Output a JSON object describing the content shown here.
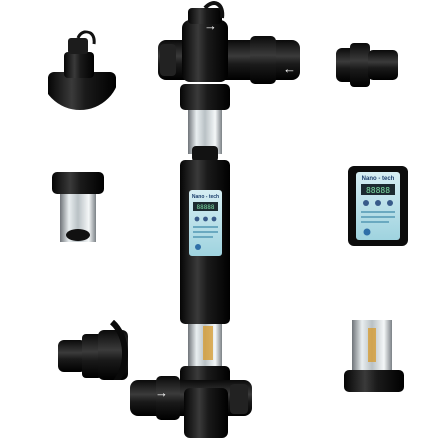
{
  "image": {
    "subject": "UV pool water clarifier assembly with detail views of its parts",
    "background_color": "#ffffff"
  },
  "control_unit": {
    "brand": "Nano - tech",
    "display_value": "88888",
    "panel_color": "#bfe3ea",
    "display_color": "#1c2a30"
  },
  "parts": [
    {
      "name": "cable-gland-cap",
      "icon": "cap-icon"
    },
    {
      "name": "threaded-union-fitting",
      "icon": "union-icon"
    },
    {
      "name": "quartz-sleeve-segment",
      "icon": "sleeve-icon"
    },
    {
      "name": "control-panel-detail",
      "icon": "panel-icon"
    },
    {
      "name": "bottom-union-fitting",
      "icon": "union-icon"
    },
    {
      "name": "lower-sleeve-section",
      "icon": "sleeve-icon"
    }
  ],
  "flow_arrows": [
    {
      "name": "arrow-top-inlet",
      "glyph": "→"
    },
    {
      "name": "arrow-right-outlet",
      "glyph": "←"
    },
    {
      "name": "arrow-bottom-inlet",
      "glyph": "→"
    }
  ]
}
